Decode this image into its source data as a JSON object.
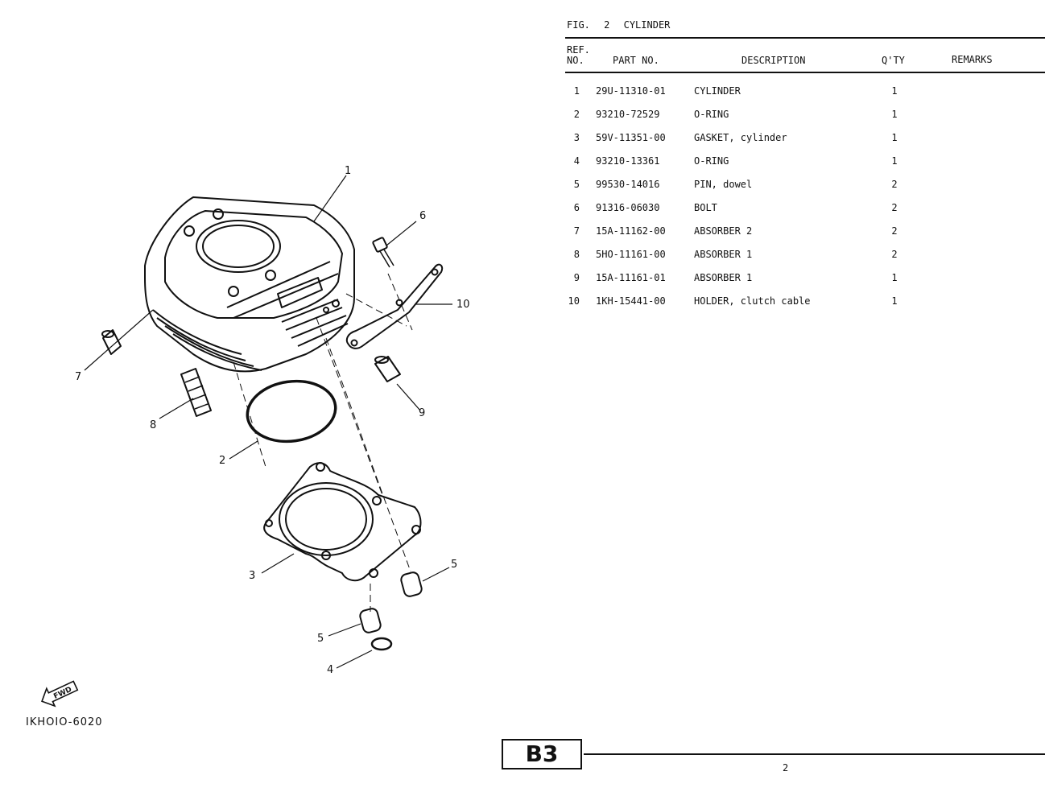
{
  "header": {
    "fig_label": "FIG.",
    "fig_number": "2",
    "fig_name": "CYLINDER"
  },
  "columns": {
    "ref_line1": "REF.",
    "ref_line2": "NO.",
    "part_no": "PART NO.",
    "description": "DESCRIPTION",
    "qty": "Q'TY",
    "remarks": "REMARKS"
  },
  "parts": [
    {
      "ref": "1",
      "part_no": "29U-11310-01",
      "description": "CYLINDER",
      "qty": "1",
      "remarks": ""
    },
    {
      "ref": "2",
      "part_no": "93210-72529",
      "description": "O-RING",
      "qty": "1",
      "remarks": ""
    },
    {
      "ref": "3",
      "part_no": "59V-11351-00",
      "description": "GASKET, cylinder",
      "qty": "1",
      "remarks": ""
    },
    {
      "ref": "4",
      "part_no": "93210-13361",
      "description": "O-RING",
      "qty": "1",
      "remarks": ""
    },
    {
      "ref": "5",
      "part_no": "99530-14016",
      "description": "PIN, dowel",
      "qty": "2",
      "remarks": ""
    },
    {
      "ref": "6",
      "part_no": "91316-06030",
      "description": "BOLT",
      "qty": "2",
      "remarks": ""
    },
    {
      "ref": "7",
      "part_no": "15A-11162-00",
      "description": "ABSORBER 2",
      "qty": "2",
      "remarks": ""
    },
    {
      "ref": "8",
      "part_no": "5HO-11161-00",
      "description": "ABSORBER 1",
      "qty": "2",
      "remarks": ""
    },
    {
      "ref": "9",
      "part_no": "15A-11161-01",
      "description": "ABSORBER 1",
      "qty": "1",
      "remarks": ""
    },
    {
      "ref": "10",
      "part_no": "1KH-15441-00",
      "description": "HOLDER, clutch cable",
      "qty": "1",
      "remarks": ""
    }
  ],
  "diagram": {
    "callouts": [
      "1",
      "2",
      "3",
      "4",
      "5",
      "5",
      "6",
      "7",
      "8",
      "9",
      "10"
    ],
    "fwd_label": "FWD",
    "drawing_code": "IKHOIO-6020"
  },
  "footer": {
    "section_badge": "B3",
    "page_number": "2"
  }
}
